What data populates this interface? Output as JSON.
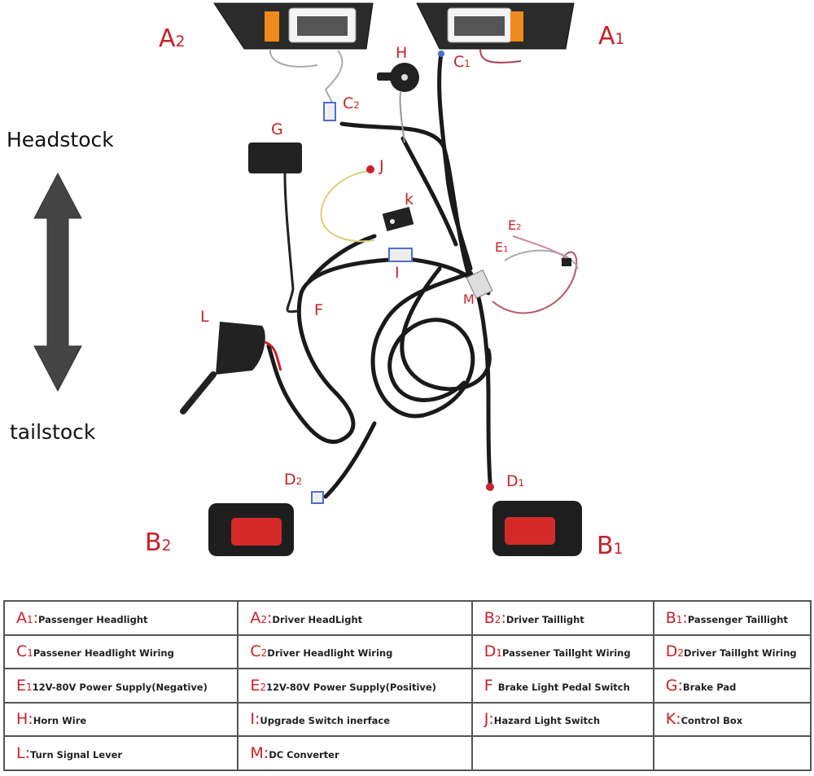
{
  "orientation": {
    "top_label": "Headstock",
    "bottom_label": "tailstock"
  },
  "components": {
    "A1": {
      "letter": "A",
      "sub": "1"
    },
    "A2": {
      "letter": "A",
      "sub": "2"
    },
    "B1": {
      "letter": "B",
      "sub": "1"
    },
    "B2": {
      "letter": "B",
      "sub": "2"
    },
    "C1": {
      "letter": "C",
      "sub": "1"
    },
    "C2": {
      "letter": "C",
      "sub": "2"
    },
    "D1": {
      "letter": "D",
      "sub": "1"
    },
    "D2": {
      "letter": "D",
      "sub": "2"
    },
    "E1": {
      "letter": "E",
      "sub": "1"
    },
    "E2": {
      "letter": "E",
      "sub": "2"
    },
    "F": {
      "letter": "F"
    },
    "G": {
      "letter": "G"
    },
    "H": {
      "letter": "H"
    },
    "I": {
      "letter": "I"
    },
    "J": {
      "letter": "J"
    },
    "K": {
      "letter": "k"
    },
    "L": {
      "letter": "L"
    },
    "M": {
      "letter": "M"
    }
  },
  "legend": {
    "rows": [
      [
        {
          "code": "A",
          "sub": "1",
          "sep": ":",
          "text": "Passenger Headlight"
        },
        {
          "code": "A",
          "sub": "2",
          "sep": ":",
          "text": "Driver HeadLight"
        },
        {
          "code": "B",
          "sub": "2",
          "sep": ":",
          "text": "Driver Taillight"
        },
        {
          "code": "B",
          "sub": "1",
          "sep": ":",
          "text": "Passenger Taillight"
        }
      ],
      [
        {
          "code": "C",
          "sub": "1",
          "sep": "",
          "text": "Passener Headlight Wiring"
        },
        {
          "code": "C",
          "sub": "2",
          "sep": "",
          "text": "Driver Headlight Wiring"
        },
        {
          "code": "D",
          "sub": "1",
          "sep": "",
          "text": "Passener Taillght Wiring"
        },
        {
          "code": "D",
          "sub": "2",
          "sep": "",
          "text": "Driver Taillght Wiring"
        }
      ],
      [
        {
          "code": "E",
          "sub": "1",
          "sep": "",
          "text": "12V-80V Power Supply(Negative)"
        },
        {
          "code": "E",
          "sub": "2",
          "sep": "",
          "text": "12V-80V Power Supply(Positive)"
        },
        {
          "code": "F",
          "sub": "",
          "sep": " ",
          "text": "Brake Light Pedal Switch"
        },
        {
          "code": "G",
          "sub": "",
          "sep": ":",
          "text": "Brake Pad"
        }
      ],
      [
        {
          "code": "H",
          "sub": "",
          "sep": ":",
          "text": "Horn Wire"
        },
        {
          "code": "I",
          "sub": "",
          "sep": ":",
          "text": "Upgrade Switch inerface"
        },
        {
          "code": "J",
          "sub": "",
          "sep": ":",
          "text": "Hazard Light Switch"
        },
        {
          "code": "K",
          "sub": "",
          "sep": ":",
          "text": "Control Box"
        }
      ],
      [
        {
          "code": "L",
          "sub": "",
          "sep": ":",
          "text": "Turn Signal Lever"
        },
        {
          "code": "M",
          "sub": "",
          "sep": ":",
          "text": "DC Converter"
        },
        {
          "code": "",
          "sub": "",
          "sep": "",
          "text": ""
        },
        {
          "code": "",
          "sub": "",
          "sep": "",
          "text": ""
        }
      ]
    ]
  },
  "colors": {
    "label_red": "#c8202a",
    "cable_black": "#1a1a1a",
    "housing_dark": "#2b2b2b",
    "amber_lens": "#f08a1c",
    "tail_red": "#d42a2a",
    "arrow_gray": "#444444"
  }
}
